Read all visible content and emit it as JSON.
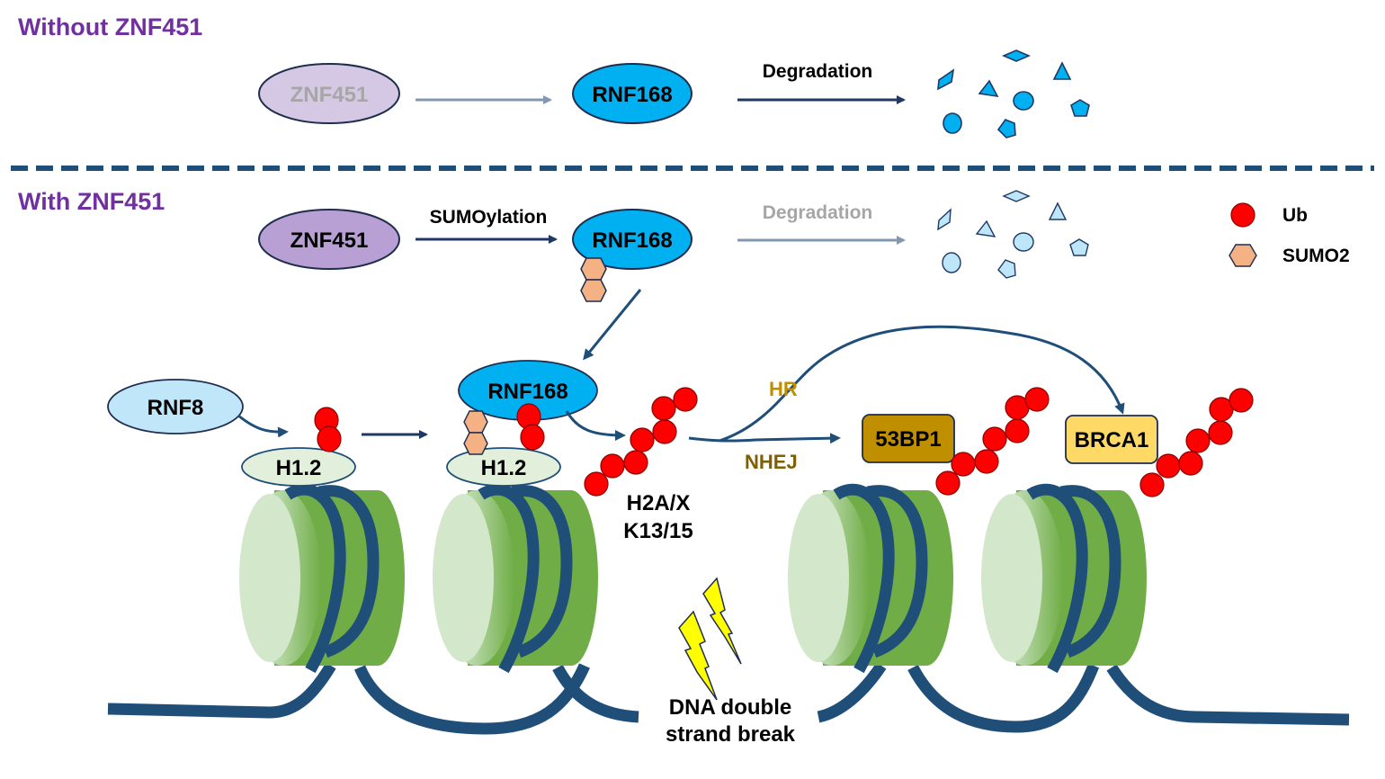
{
  "sections": {
    "without": {
      "title": "Without ZNF451",
      "source_node": "ZNF451",
      "target_node": "RNF168",
      "edge_label": "Degradation"
    },
    "with": {
      "title": "With ZNF451",
      "source_node": "ZNF451",
      "edge_label_sumo": "SUMOylation",
      "target_node": "RNF168",
      "edge_label_degradation": "Degradation"
    }
  },
  "legend": {
    "items": [
      {
        "label": "Ub",
        "symbol": "red-circle"
      },
      {
        "label": "SUMO2",
        "symbol": "orange-hexagon"
      }
    ]
  },
  "chromatin": {
    "rnf8": "RNF8",
    "h1_left": "H1.2",
    "h1_right": "H1.2",
    "rnf168": "RNF168",
    "h2a_line1": "H2A/X",
    "h2a_line2": "K13/15",
    "hr": "HR",
    "nhej": "NHEJ",
    "p53bp1": "53BP1",
    "brca1": "BRCA1",
    "dsb_line1": "DNA double",
    "dsb_line2": "strand break"
  },
  "colors": {
    "title_purple": "#7030A0",
    "znf451_faded": "#D5C8E4",
    "znf451": "#B9A0D4",
    "rnf168": "#00B0F0",
    "rnf8": "#BFE6F9",
    "h1": "#E2EFDA",
    "ub": "#FF0000",
    "sumo2": "#F4B183",
    "dna": "#1F4E79",
    "nucleosome_dark": "#70AD47",
    "nucleosome_light": "#D3E8CB",
    "p53bp1": "#BF8F00",
    "brca1": "#FFD966",
    "hr_text": "#BF8F00",
    "nhej_text": "#7F6000",
    "arrow_dark": "#1F3864",
    "arrow_faded": "#8497B0",
    "fragments": "#00B0F0",
    "fragments_faded": "#BDE7F8",
    "lightning": "#FFFF00"
  }
}
